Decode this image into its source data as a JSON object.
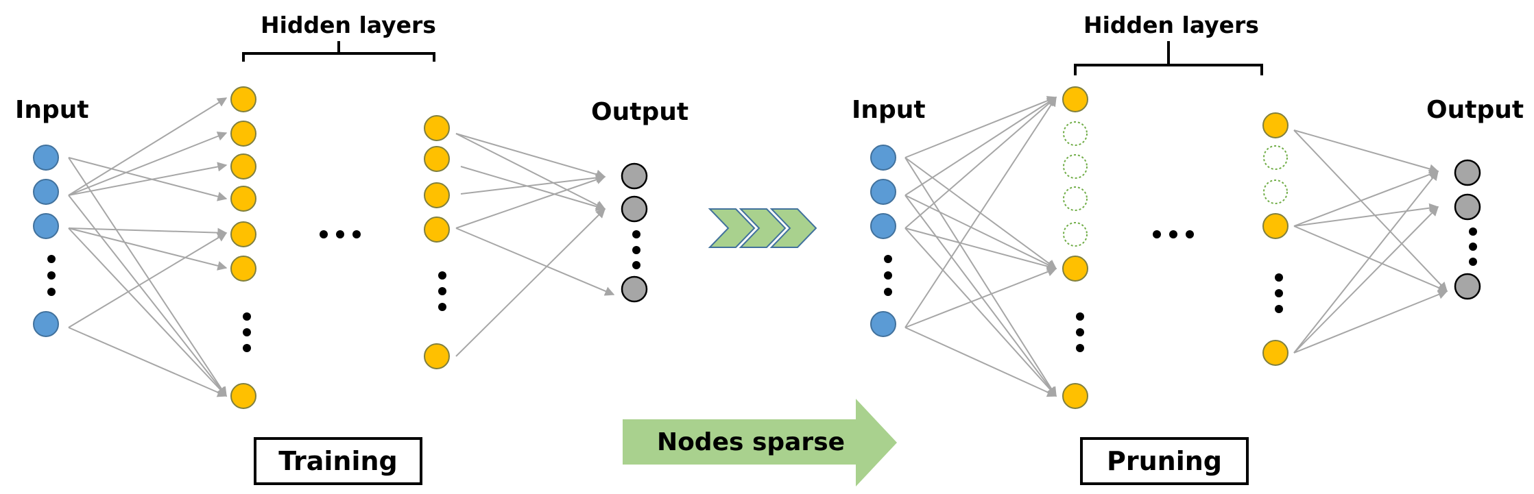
{
  "colors": {
    "input_node": "#5b9bd5",
    "hidden_node": "#ffc000",
    "output_node": "#a6a6a6",
    "pruned_node_outline": "#70ad47",
    "edge": "#a6a6a6",
    "arrow": "#a9d18e"
  },
  "left_network": {
    "input_label": "Input",
    "hidden_label": "Hidden layers",
    "output_label": "Output",
    "stage_label": "Training"
  },
  "right_network": {
    "input_label": "Input",
    "hidden_label": "Hidden layers",
    "output_label": "Output",
    "stage_label": "Pruning"
  },
  "transition": {
    "arrow_label": "Nodes sparse",
    "chevron_count": 3
  }
}
